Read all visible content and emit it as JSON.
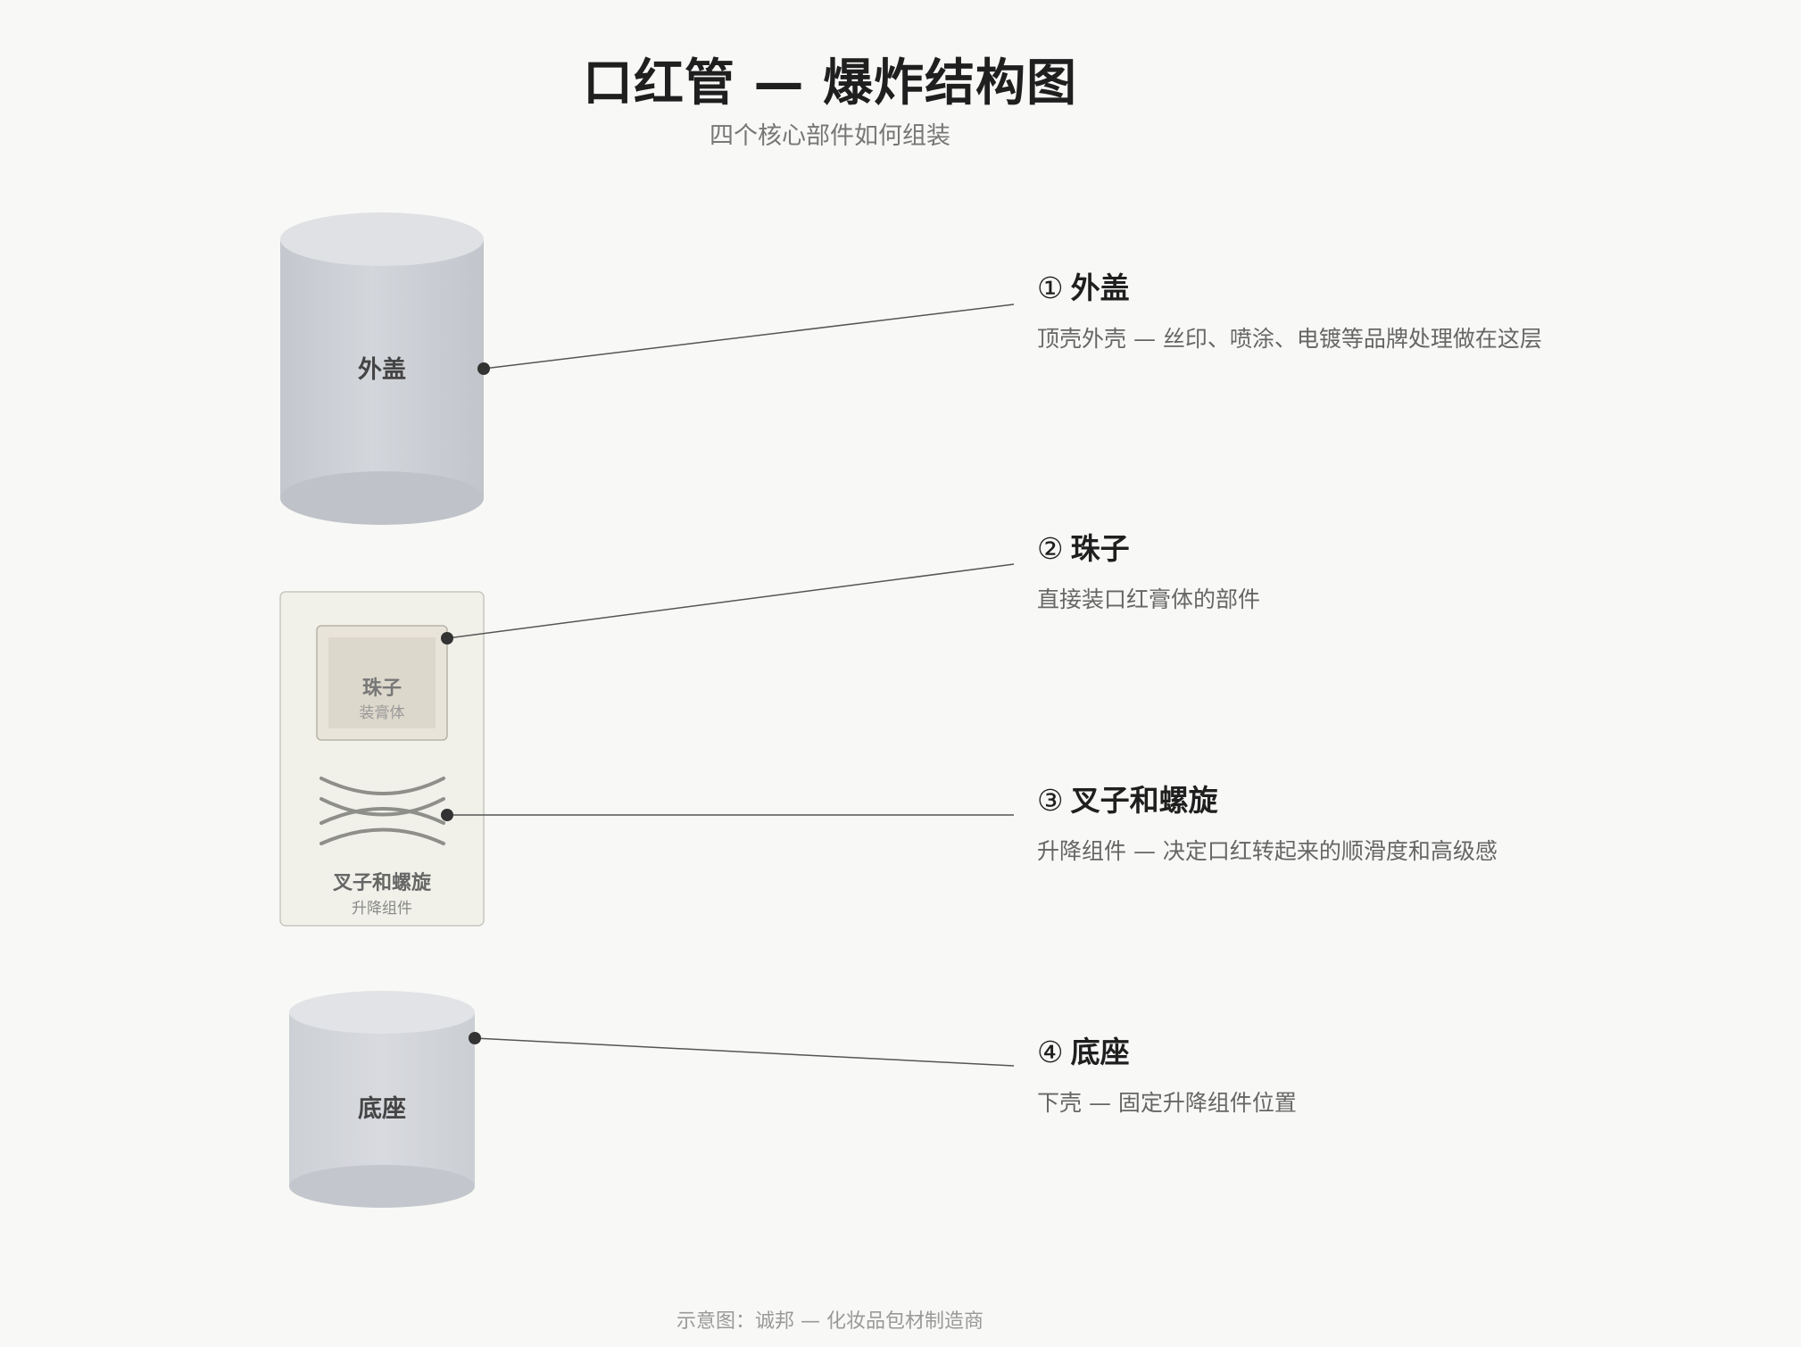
{
  "header": {
    "title": "口红管 — 爆炸结构图",
    "subtitle": "四个核心部件如何组装"
  },
  "components": {
    "cap": {
      "label": "外盖"
    },
    "bead": {
      "label": "珠子",
      "sublabel": "装膏体"
    },
    "mechanism": {
      "label": "叉子和螺旋",
      "sublabel": "升降组件"
    },
    "base": {
      "label": "底座"
    }
  },
  "callouts": [
    {
      "number": "①",
      "title": "外盖",
      "description": "顶壳外壳 — 丝印、喷涂、电镀等品牌处理做在这层"
    },
    {
      "number": "②",
      "title": "珠子",
      "description": "直接装口红膏体的部件"
    },
    {
      "number": "③",
      "title": "叉子和螺旋",
      "description": "升降组件 — 决定口红转起来的顺滑度和高级感"
    },
    {
      "number": "④",
      "title": "底座",
      "description": "下壳 — 固定升降组件位置"
    }
  ],
  "footer": {
    "credit": "示意图：诚邦 — 化妆品包材制造商"
  },
  "colors": {
    "background": "#f8f8f6",
    "cylinder": "#c9ccd1",
    "cylinder_top": "#dfe1e4",
    "bead_fill": "#ddd8cc",
    "mechanism_fill": "#f1f1ea",
    "leader_line": "#555555",
    "dot": "#333333"
  }
}
